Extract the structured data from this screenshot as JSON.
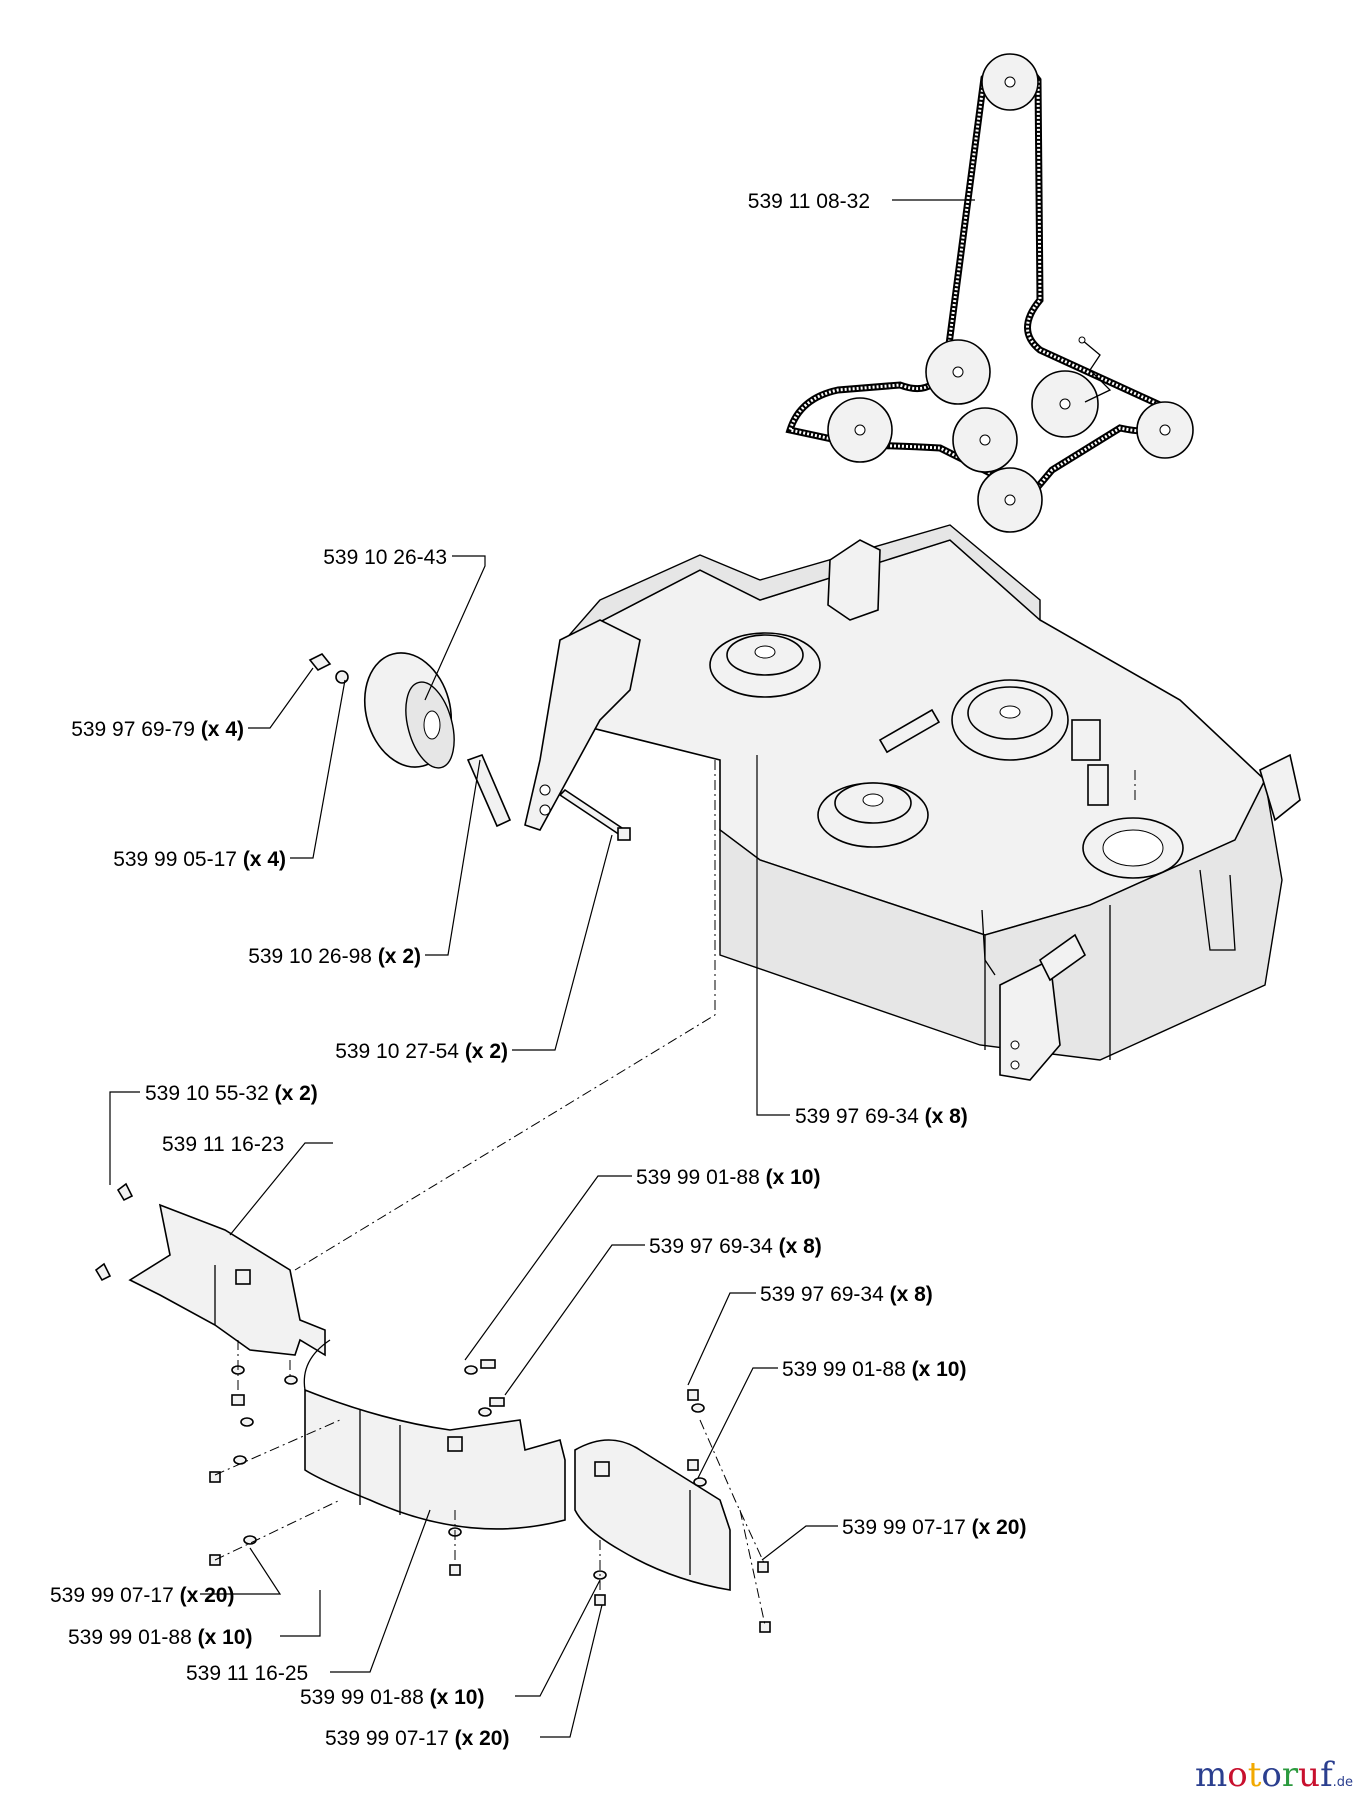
{
  "labels": [
    {
      "part": "539 11 08-32",
      "qty": ""
    },
    {
      "part": "539 10 26-43",
      "qty": ""
    },
    {
      "part": "539 97 69-79",
      "qty": "(x 4)"
    },
    {
      "part": "539 99 05-17",
      "qty": "(x 4)"
    },
    {
      "part": "539 10 26-98",
      "qty": "(x 2)"
    },
    {
      "part": "539 10 27-54",
      "qty": "(x 2)"
    },
    {
      "part": "539 10 55-32",
      "qty": "(x 2)"
    },
    {
      "part": "539 11 16-23",
      "qty": ""
    },
    {
      "part": "539 97 69-34",
      "qty": "(x 8)"
    },
    {
      "part": "539 99 01-88",
      "qty": "(x 10)"
    },
    {
      "part": "539 97 69-34",
      "qty": "(x 8)"
    },
    {
      "part": "539 97 69-34",
      "qty": "(x 8)"
    },
    {
      "part": "539 99 01-88",
      "qty": "(x 10)"
    },
    {
      "part": "539 99 07-17",
      "qty": "(x 20)"
    },
    {
      "part": "539 99 07-17",
      "qty": "(x 20)"
    },
    {
      "part": "539 99 01-88",
      "qty": "(x 10)"
    },
    {
      "part": "539 11 16-25",
      "qty": ""
    },
    {
      "part": "539 99 01-88",
      "qty": "(x 10)"
    },
    {
      "part": "539 99 07-17",
      "qty": "(x 20)"
    }
  ],
  "watermark": {
    "m": "m",
    "o1": "o",
    "t": "t",
    "o2": "o",
    "r": "r",
    "u": "u",
    "f": "f",
    "de": ".de"
  },
  "colors": {
    "line": "#000000",
    "background": "#ffffff",
    "part_fill": "#f2f2f2",
    "wm_m": "#2b3f8f",
    "wm_o": "#c8102e",
    "wm_t": "#f2a900",
    "wm_o2": "#2b3f8f",
    "wm_r": "#2b9a3e",
    "wm_u": "#c8102e",
    "wm_f": "#2b3f8f"
  }
}
